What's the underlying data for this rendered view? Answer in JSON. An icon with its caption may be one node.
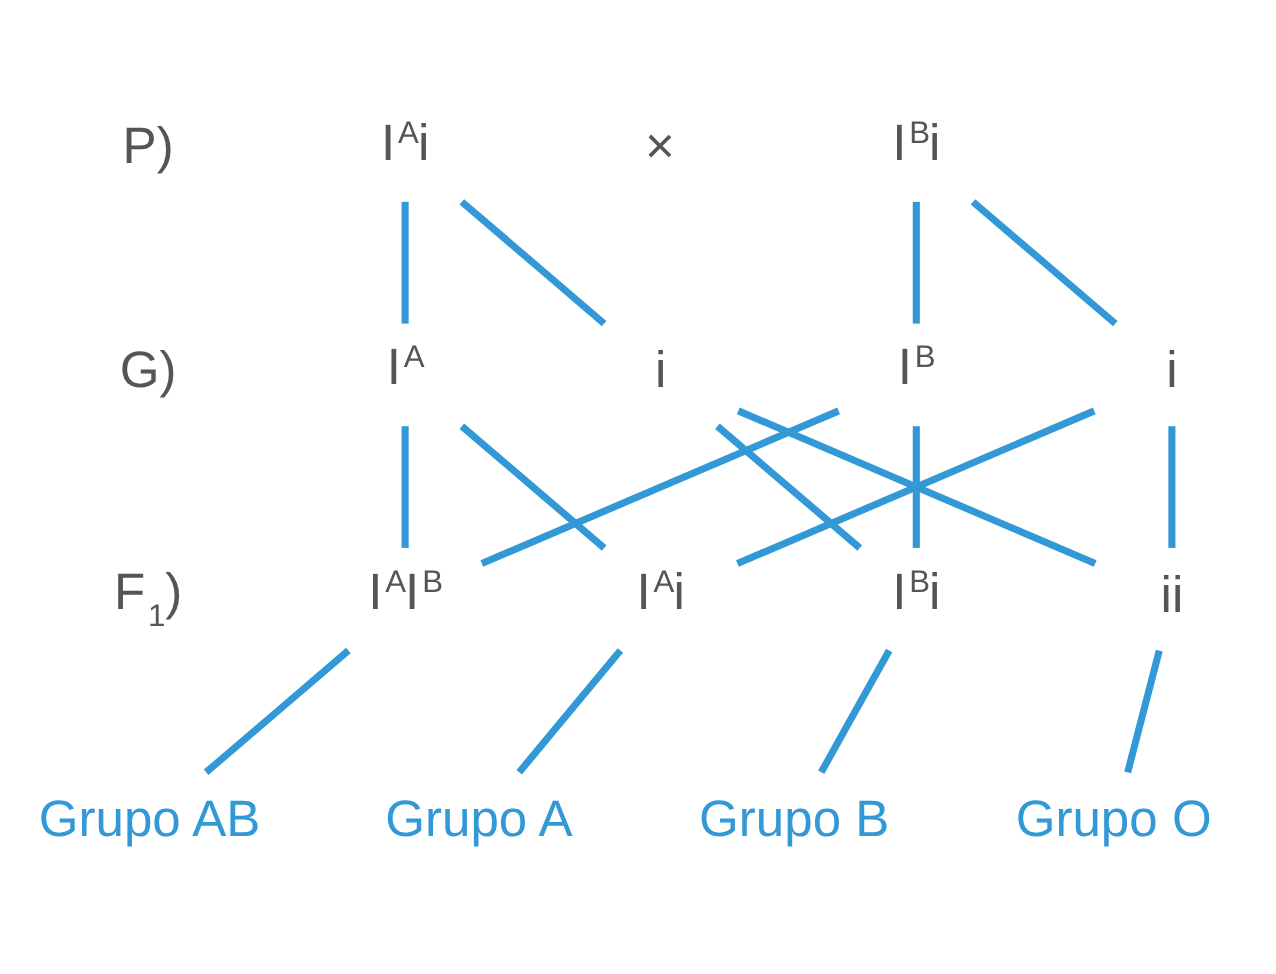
{
  "diagram": {
    "nodes": [
      {
        "text": [
          "I$^{A}$i"
        ]
      },
      {
        "text": [
          "I$^{B}$i"
        ]
      },
      {
        "text": [
          "I$^{A}$"
        ]
      },
      {
        "text": [
          "i"
        ]
      },
      {
        "text": [
          "I$^{B}$"
        ]
      },
      {
        "text": [
          "i"
        ]
      },
      {
        "text": [
          "I$^{A}$I$^{B}$"
        ]
      },
      {
        "text": [
          "I$^{A}$i"
        ]
      },
      {
        "text": [
          "I$^{B}$i"
        ]
      },
      {
        "text": [
          "ii"
        ]
      },
      {
        "text": [
          "Grupo AB"
        ]
      },
      {
        "text": [
          "Grupo A"
        ]
      },
      {
        "text": [
          "Grupo B"
        ]
      },
      {
        "text": [
          "Grupo O"
        ]
      }
    ],
    "edges": [
      {
        "from": 0,
        "to": 2,
        "arrow": "none"
      },
      {
        "from": 0,
        "to": 3,
        "arrow": "none"
      },
      {
        "from": 1,
        "to": 4,
        "arrow": "none"
      },
      {
        "from": 1,
        "to": 5,
        "arrow": "none"
      },
      {
        "from": 2,
        "to": 6,
        "arrow": "none"
      },
      {
        "from": 2,
        "to": 7,
        "arrow": "none"
      },
      {
        "from": 3,
        "to": 8,
        "arrow": "none"
      },
      {
        "from": 3,
        "to": 9,
        "arrow": "none"
      },
      {
        "from": 4,
        "to": 6,
        "arrow": "none"
      },
      {
        "from": 4,
        "to": 8,
        "arrow": "none"
      },
      {
        "from": 5,
        "to": 7,
        "arrow": "none"
      },
      {
        "from": 5,
        "to": 9,
        "arrow": "none"
      },
      {
        "from": 6,
        "to": 10,
        "arrow": "none"
      },
      {
        "from": 7,
        "to": 11,
        "arrow": "none"
      },
      {
        "from": 8,
        "to": 12,
        "arrow": "none"
      },
      {
        "from": 9,
        "to": 13,
        "arrow": "none"
      }
    ],
    "labels": [
      "P)",
      "×",
      "G)",
      "F$_{1}$)"
    ]
  }
}
